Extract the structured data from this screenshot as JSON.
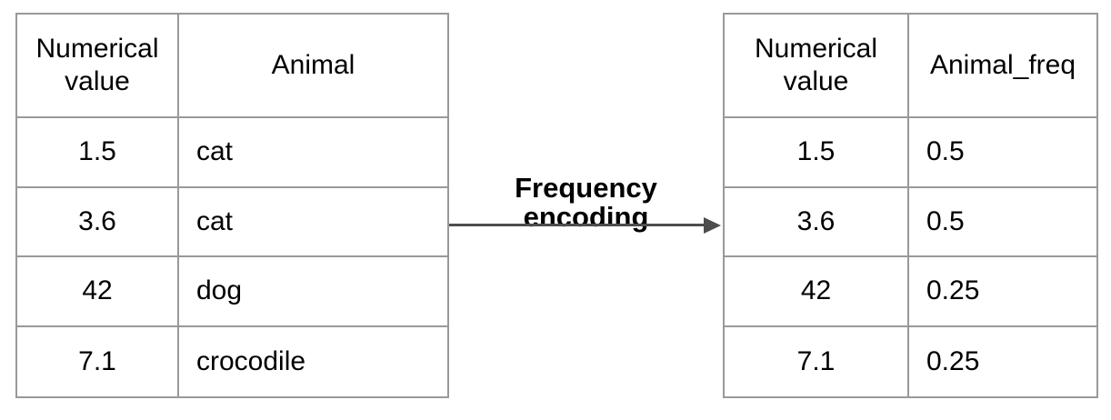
{
  "figure": {
    "transform_label": "Frequency encoding"
  },
  "left_table": {
    "headers": [
      "Numerical value",
      "Animal"
    ],
    "rows": [
      [
        "1.5",
        "cat"
      ],
      [
        "3.6",
        "cat"
      ],
      [
        "42",
        "dog"
      ],
      [
        "7.1",
        "crocodile"
      ]
    ]
  },
  "right_table": {
    "headers": [
      "Numerical value",
      "Animal_freq"
    ],
    "rows": [
      [
        "1.5",
        "0.5"
      ],
      [
        "3.6",
        "0.5"
      ],
      [
        "42",
        "0.25"
      ],
      [
        "7.1",
        "0.25"
      ]
    ]
  },
  "colors": {
    "background": "#ffffff",
    "table_border": "#999999",
    "arrow": "#4d4d4d",
    "text": "#000000"
  }
}
